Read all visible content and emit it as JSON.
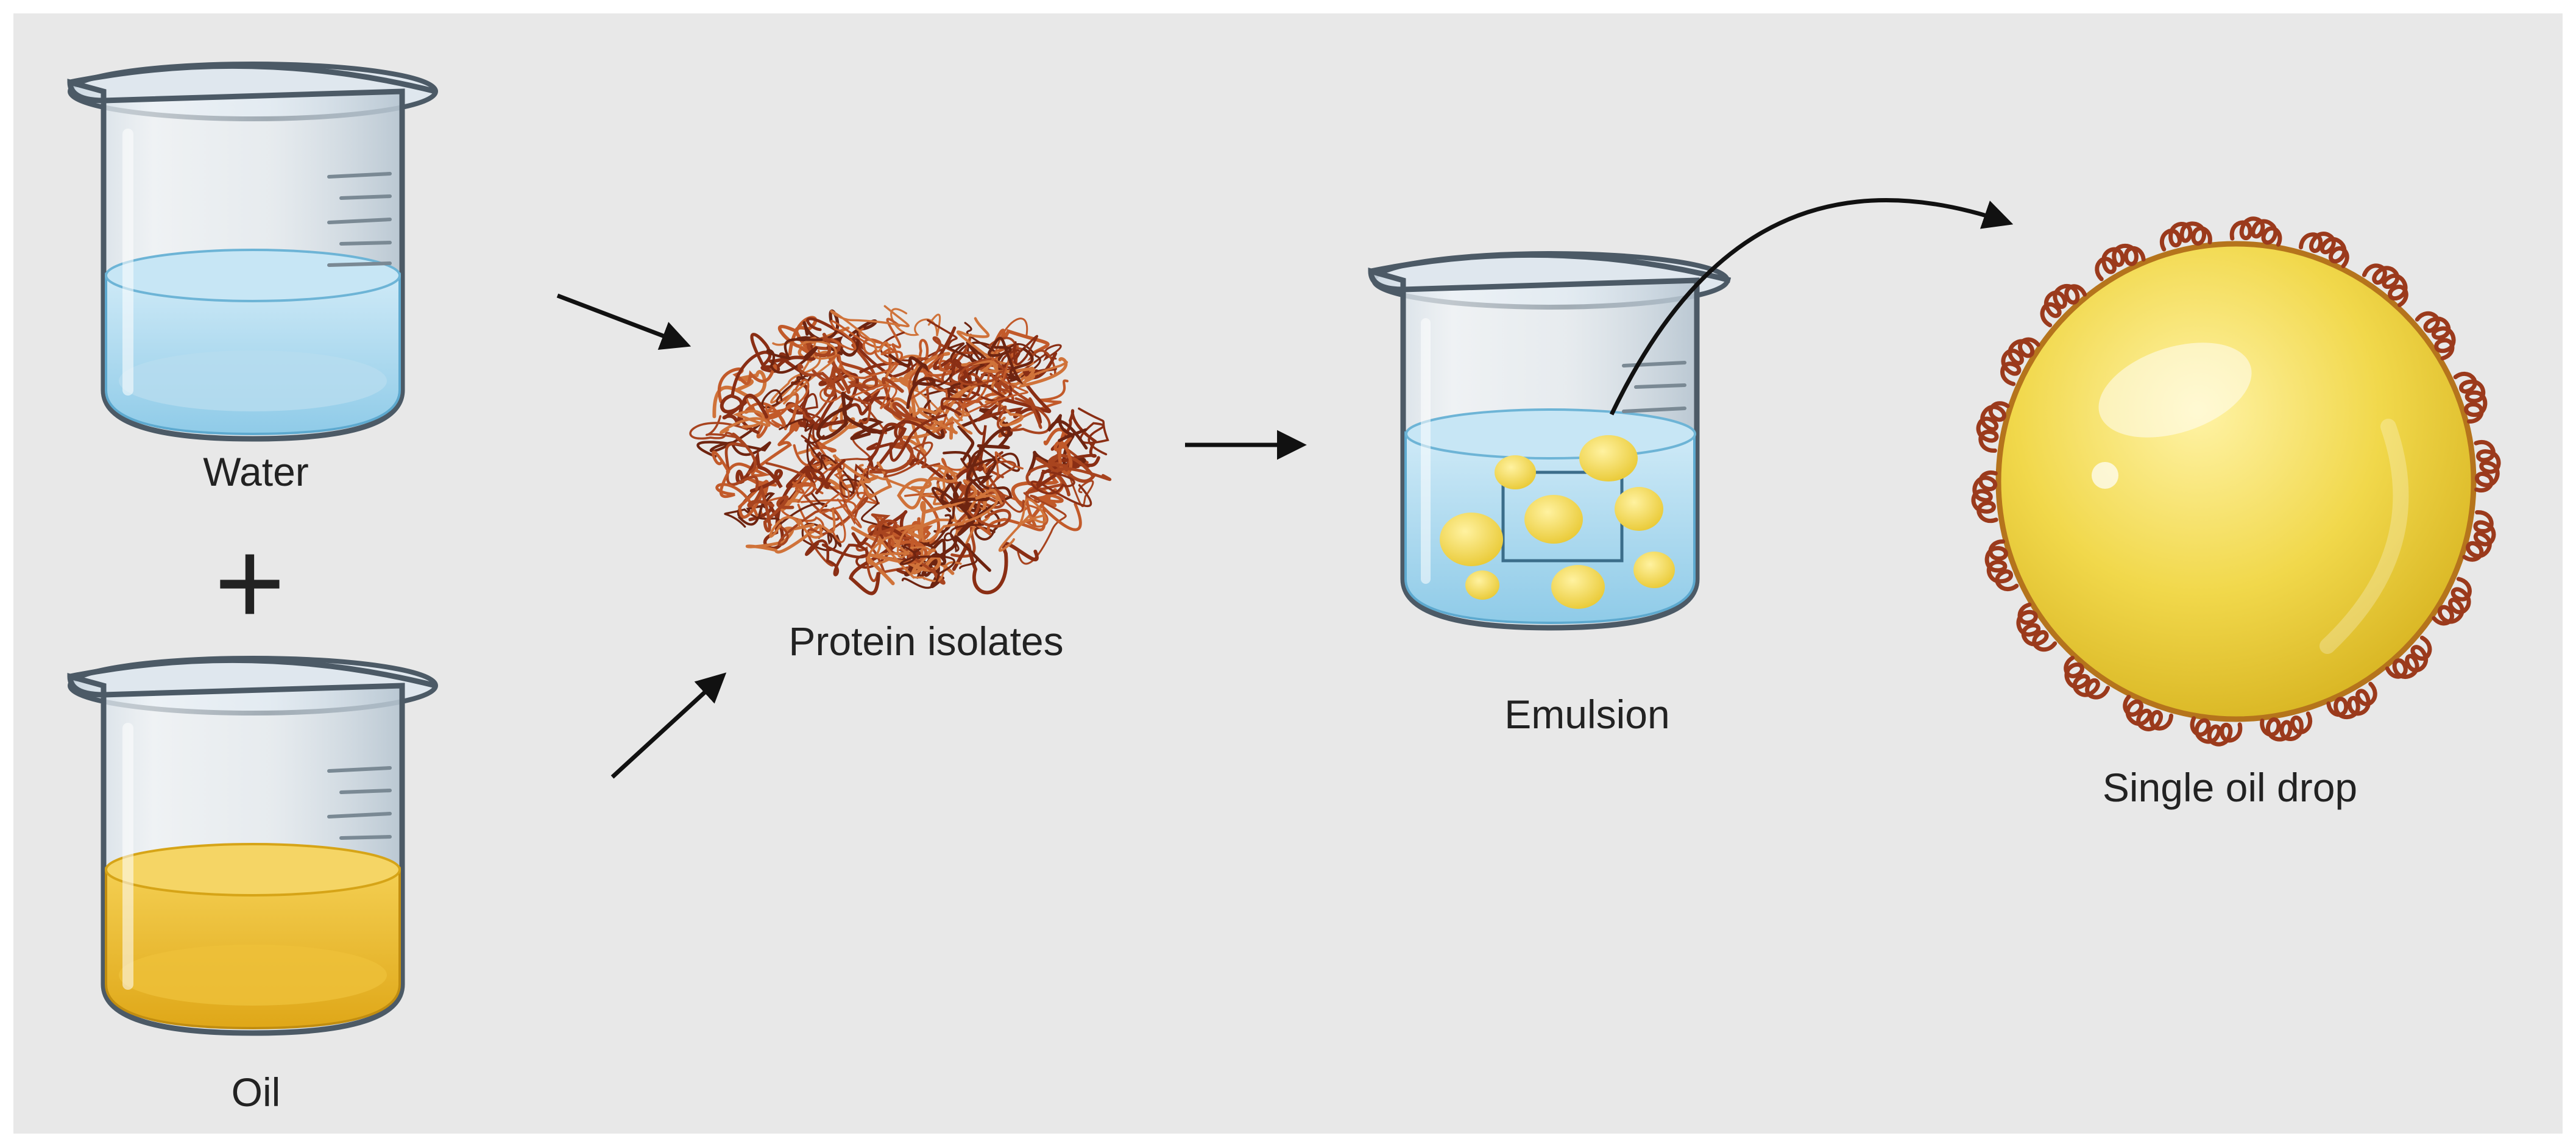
{
  "labels": {
    "water": "Water",
    "oil": "Oil",
    "protein": "Protein isolates",
    "emulsion": "Emulsion",
    "drop": "Single oil drop"
  },
  "operators": {
    "plus": "+"
  },
  "colors": {
    "background": "#e8e8e8",
    "water": "#a9d8ef",
    "oil": "#e9b72c",
    "protein": "#9b3a1c",
    "droplet": "#f2d64a",
    "arrow": "#111111"
  },
  "icons": {
    "water_beaker": "beaker-icon",
    "oil_beaker": "beaker-icon",
    "emulsion_beaker": "beaker-icon",
    "protein_mass": "fiber-tangle-icon",
    "oil_drop": "oil-drop-icon",
    "arrows": "arrow-icon"
  }
}
